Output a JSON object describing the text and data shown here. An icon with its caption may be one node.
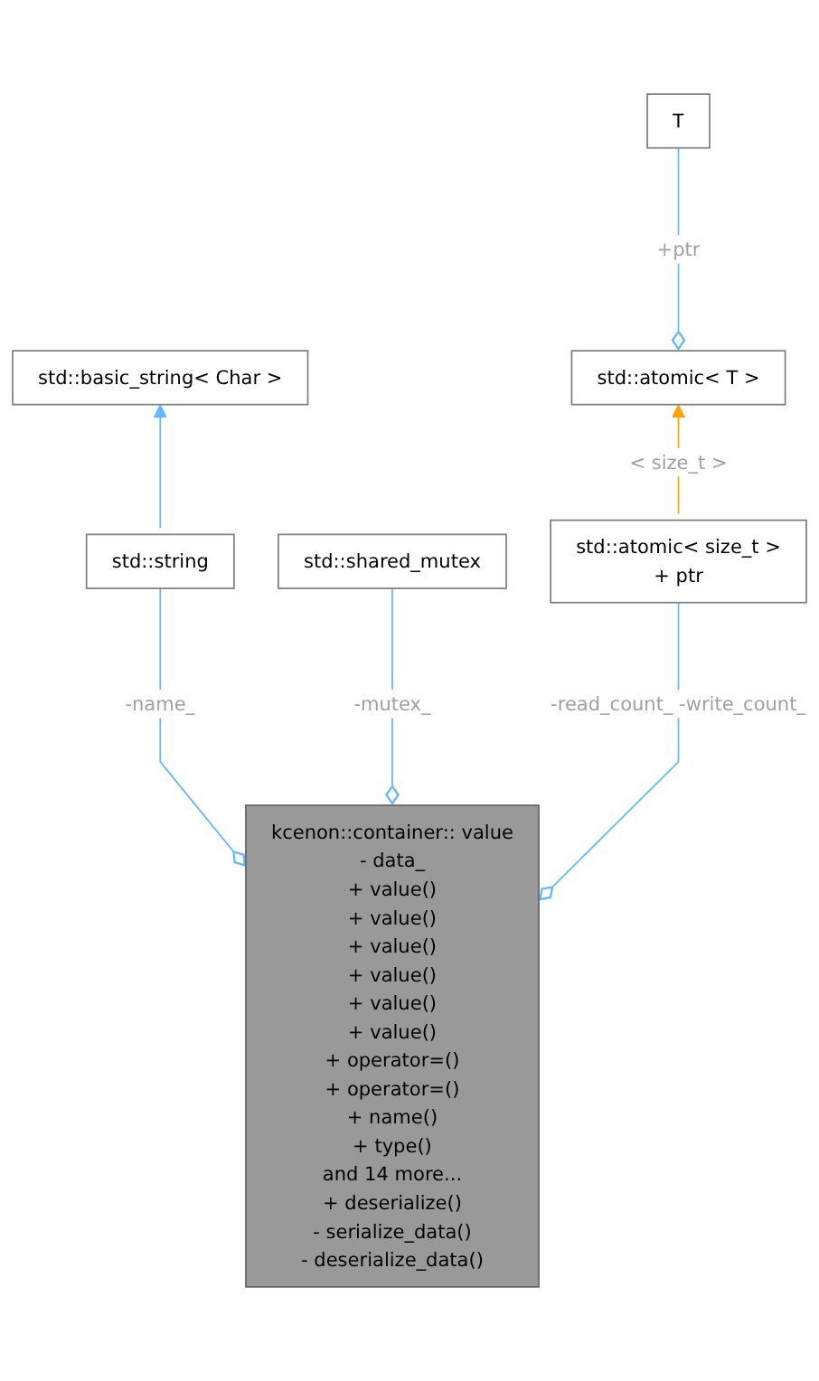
{
  "diagram": {
    "nodes": [
      {
        "text": [
          "T"
        ]
      },
      {
        "text": [
          "std::basic_string< Char >"
        ]
      },
      {
        "text": [
          "std::atomic< T >"
        ]
      },
      {
        "text": [
          "std::string"
        ]
      },
      {
        "text": [
          "std::shared_mutex"
        ]
      },
      {
        "text": [
          "std::atomic< size_t >",
          "+ ptr"
        ]
      },
      {
        "text": [
          "kcenon::container:: value",
          "- data_",
          "+ value()",
          "+ value()",
          "+ value()",
          "+ value()",
          "+ value()",
          "+ value()",
          "+ operator=()",
          "+ operator=()",
          "+ name()",
          "+ type()",
          "and 14 more...",
          "+ deserialize()",
          "- serialize_data()",
          "- deserialize_data()"
        ]
      }
    ],
    "edges": [
      {
        "from": 0,
        "to": 2,
        "arrow": "other",
        "label": "+ptr"
      },
      {
        "from": 3,
        "to": 1,
        "arrow": "to"
      },
      {
        "from": 5,
        "to": 2,
        "arrow": "to",
        "label": "< size_t >",
        "color": "#ffa500"
      },
      {
        "from": 3,
        "to": 6,
        "arrow": "other",
        "label": "-name_"
      },
      {
        "from": 4,
        "to": 6,
        "arrow": "other",
        "label": "-mutex_"
      },
      {
        "from": 5,
        "to": 6,
        "arrow": "other",
        "label": "-read_count_ -write_count_"
      }
    ]
  }
}
